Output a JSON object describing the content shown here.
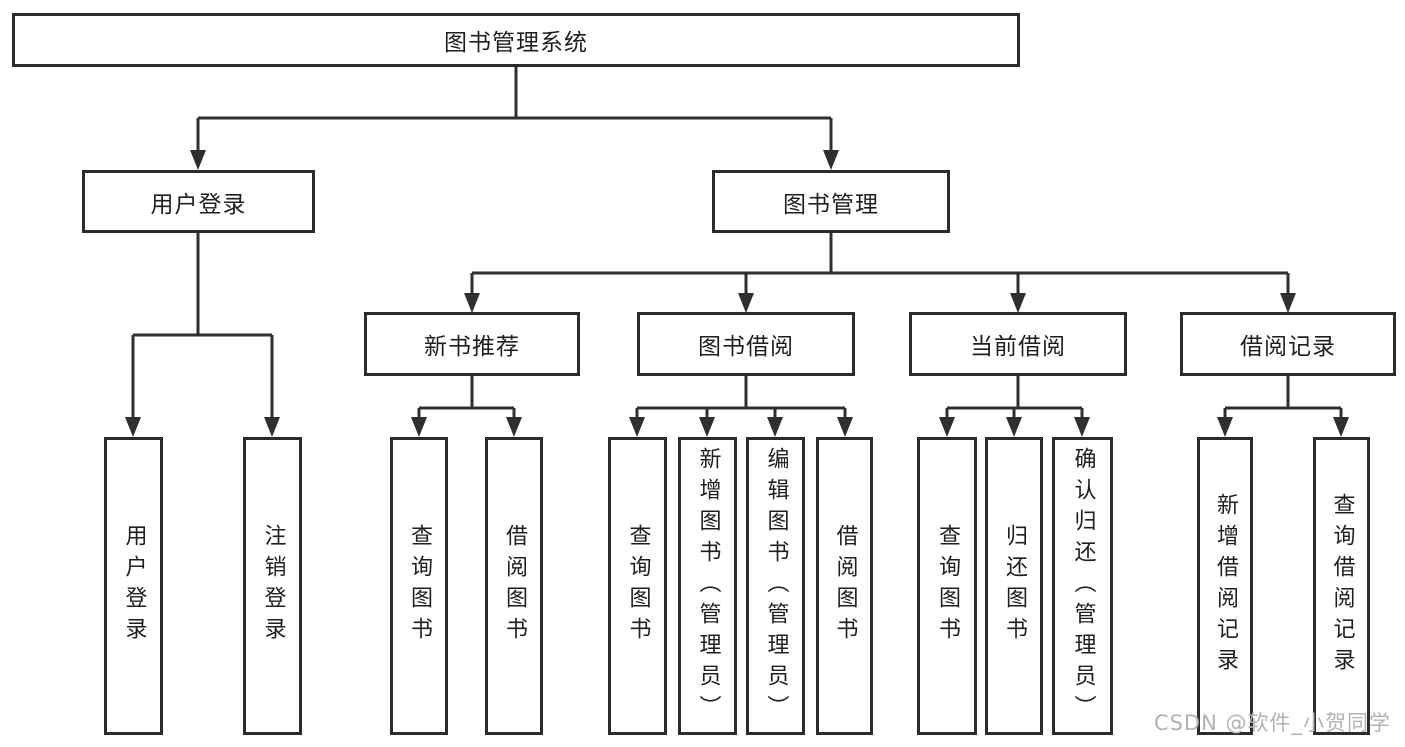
{
  "title": "图书管理系统",
  "watermark": "CSDN @软件_小贺同学",
  "colors": {
    "background": "#ffffff",
    "line": "#2f2f2f",
    "box_border": "#2b2b2b",
    "text": "#1f1f1f",
    "watermark": "#b3b3b3"
  },
  "tree": {
    "root": {
      "label": "图书管理系统"
    },
    "login": {
      "label": "用户登录",
      "children": [
        "用户登录",
        "注销登录"
      ]
    },
    "management": {
      "label": "图书管理",
      "groups": [
        {
          "label": "新书推荐",
          "children": [
            "查询图书",
            "借阅图书"
          ]
        },
        {
          "label": "图书借阅",
          "children": [
            "查询图书",
            "新增图书（管理员）",
            "编辑图书（管理员）",
            "借阅图书"
          ]
        },
        {
          "label": "当前借阅",
          "children": [
            "查询图书",
            "归还图书",
            "确认归还（管理员）"
          ]
        },
        {
          "label": "借阅记录",
          "children": [
            "新增借阅记录",
            "查询借阅记录"
          ]
        }
      ]
    }
  }
}
